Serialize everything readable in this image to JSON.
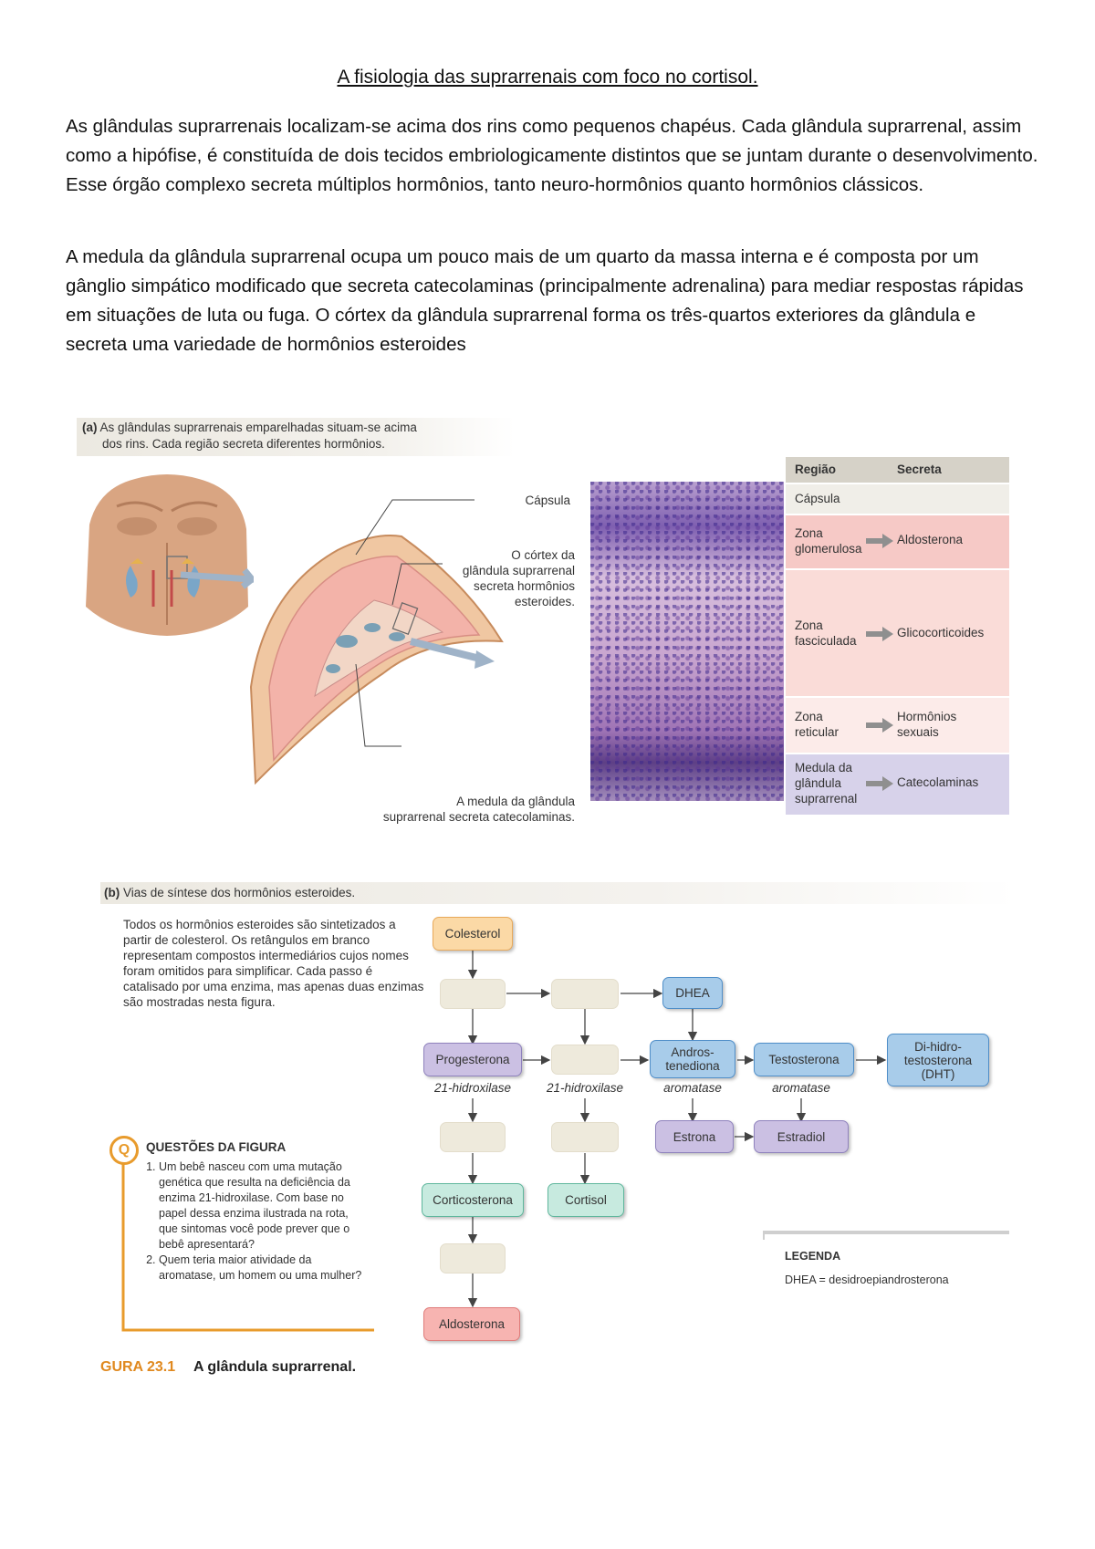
{
  "title": "A fisiologia das suprarrenais com foco no cortisol.",
  "paragraphs": [
    "As glândulas suprarrenais localizam-se acima dos rins como pequenos chapéus. Cada glândula suprarrenal, assim como a hipófise, é constituída de dois tecidos embriologicamente distintos que se juntam durante o desenvolvimento. Esse órgão complexo secreta múltiplos hormônios, tanto neuro-hormônios quanto hormônios clássicos.",
    " A medula da glândula suprarrenal ocupa um pouco mais de um quarto da massa interna e é composta por um gânglio simpático modificado que secreta catecolaminas (principalmente adrenalina) para mediar respostas rápidas em situações de luta ou fuga. O córtex da glândula suprarrenal forma os três-quartos exteriores da glândula e secreta uma variedade de hormônios esteroides"
  ],
  "fig_a": {
    "caption_tag": "(a)",
    "caption_line1": "As glândulas suprarrenais emparelhadas situam-se acima",
    "caption_line2": "dos rins. Cada região secreta diferentes hormônios.",
    "label_capsula": "Cápsula",
    "label_cortex": [
      "O córtex da",
      "glândula suprarrenal",
      "secreta hormônios",
      "esteroides."
    ],
    "label_medula": [
      "A medula da glândula",
      "suprarrenal secreta catecolaminas."
    ],
    "table": {
      "header_region": "Região",
      "header_secretes": "Secreta",
      "rows": [
        {
          "region": "Cápsula",
          "secretes": ""
        },
        {
          "region": "Zona glomerulosa",
          "secretes": "Aldosterona"
        },
        {
          "region": "Zona fasciculada",
          "secretes": "Glicocorticoides"
        },
        {
          "region": "Zona reticular",
          "secretes": "Hormônios sexuais"
        },
        {
          "region": "Medula da glândula suprarrenal",
          "secretes": "Catecolaminas"
        }
      ]
    }
  },
  "fig_b": {
    "caption_tag": "(b)",
    "caption_text": "Vias de síntese dos hormônios esteroides.",
    "intro": "Todos os hormônios esteroides são sintetizados a partir de colesterol. Os retângulos em branco representam compostos intermediários cujos nomes foram omitidos para simplificar. Cada passo é catalisado por uma enzima, mas apenas duas enzimas são mostradas nesta figura.",
    "nodes": {
      "colesterol": "Colesterol",
      "dhea": "DHEA",
      "progesterona": "Progesterona",
      "androstenediona": "Andros-\ntenediona",
      "testosterona": "Testosterona",
      "dht": "Di-hidro-\ntestosterona\n(DHT)",
      "estrona": "Estrona",
      "estradiol": "Estradiol",
      "corticosterona": "Corticosterona",
      "cortisol": "Cortisol",
      "aldosterona": "Aldosterona"
    },
    "enzymes": {
      "hidroxilase": "21-hidroxilase",
      "aromatase": "aromatase"
    },
    "questions_title": "QUESTÕES DA FIGURA",
    "questions_icon": "Q",
    "questions": [
      "Um bebê nasceu com uma mutação genética que resulta na deficiência da enzima 21-hidroxilase. Com base no papel dessa enzima ilustrada na rota, que sintomas você pode prever que o bebê apresentará?",
      "Quem teria maior atividade da aromatase, um homem ou uma mulher?"
    ],
    "legend_title": "LEGENDA",
    "legend_text": "DHEA = desidroepiandrosterona"
  },
  "figure_caption_num": "GURA 23.1",
  "figure_caption_text": "A glândula suprarrenal."
}
